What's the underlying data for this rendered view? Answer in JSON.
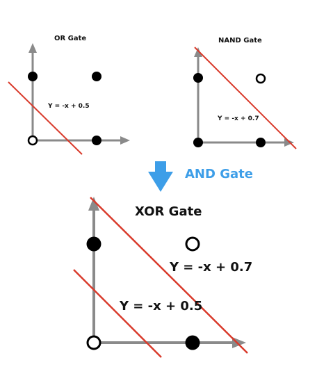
{
  "colors": {
    "axis": "#8a8a8a",
    "line": "#d93a2b",
    "point": "#000000",
    "accent": "#3d9ee8"
  },
  "panels": {
    "or": {
      "title": "OR Gate",
      "equation": "Y = -x + 0.5",
      "points": {
        "p00": "open",
        "p10": "filled",
        "p01": "filled",
        "p11": "filled"
      }
    },
    "nand": {
      "title": "NAND Gate",
      "equation": "Y = -x + 0.7",
      "points": {
        "p00": "filled",
        "p10": "filled",
        "p01": "filled",
        "p11": "open"
      }
    },
    "combine": {
      "label": "AND Gate",
      "arrow_icon": "down-arrow-icon"
    },
    "xor": {
      "title": "XOR Gate",
      "equation_upper": "Y = -x + 0.7",
      "equation_lower": "Y = -x + 0.5",
      "points": {
        "p00": "open",
        "p10": "filled",
        "p01": "filled",
        "p11": "open"
      }
    }
  }
}
